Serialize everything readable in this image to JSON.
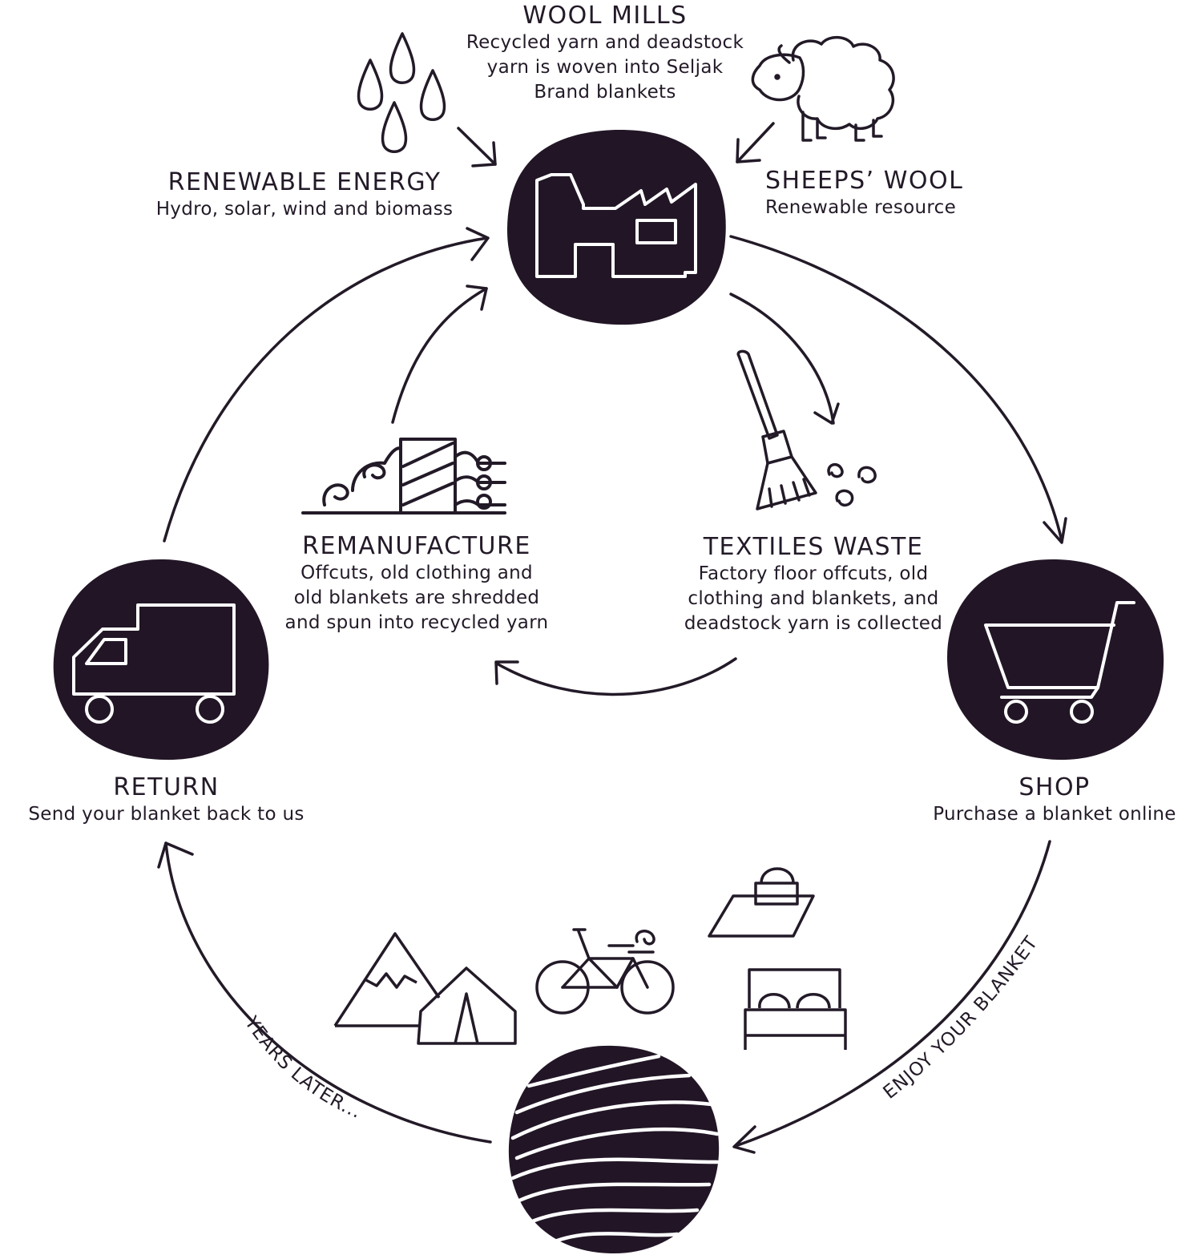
{
  "colors": {
    "ink": "#231a28",
    "blob": "#221626",
    "background": "#ffffff"
  },
  "nodes": {
    "wool_mills": {
      "title": "WOOL MILLS",
      "desc": [
        "Recycled yarn and deadstock",
        "yarn is woven into Seljak",
        "Brand blankets"
      ],
      "icon": "factory-icon"
    },
    "renewable_energy": {
      "title": "RENEWABLE ENERGY",
      "desc": [
        "Hydro, solar, wind and biomass"
      ],
      "icon": "water-drops-icon"
    },
    "sheeps_wool": {
      "title": "SHEEPS’ WOOL",
      "desc": [
        "Renewable resource"
      ],
      "icon": "sheep-icon"
    },
    "remanufacture": {
      "title": "REMANUFACTURE",
      "desc": [
        "Offcuts, old clothing and",
        "old blankets are shredded",
        "and spun into recycled yarn"
      ],
      "icon": "shredder-icon"
    },
    "textiles_waste": {
      "title": "TEXTILES WASTE",
      "desc": [
        "Factory floor offcuts, old",
        "clothing and blankets, and",
        "deadstock yarn is collected"
      ],
      "icon": "broom-icon"
    },
    "return": {
      "title": "RETURN",
      "desc": [
        "Send your blanket back to us"
      ],
      "icon": "truck-icon"
    },
    "shop": {
      "title": "SHOP",
      "desc": [
        "Purchase a blanket online"
      ],
      "icon": "shopping-cart-icon"
    },
    "blanket": {
      "icon": "blanket-icon"
    }
  },
  "curved_labels": {
    "enjoy": "ENJOY YOUR BLANKET",
    "years": "YEARS LATER..."
  },
  "usage_icons": [
    "mountain-icon",
    "tent-icon",
    "bicycle-icon",
    "picnic-icon",
    "bed-icon"
  ]
}
